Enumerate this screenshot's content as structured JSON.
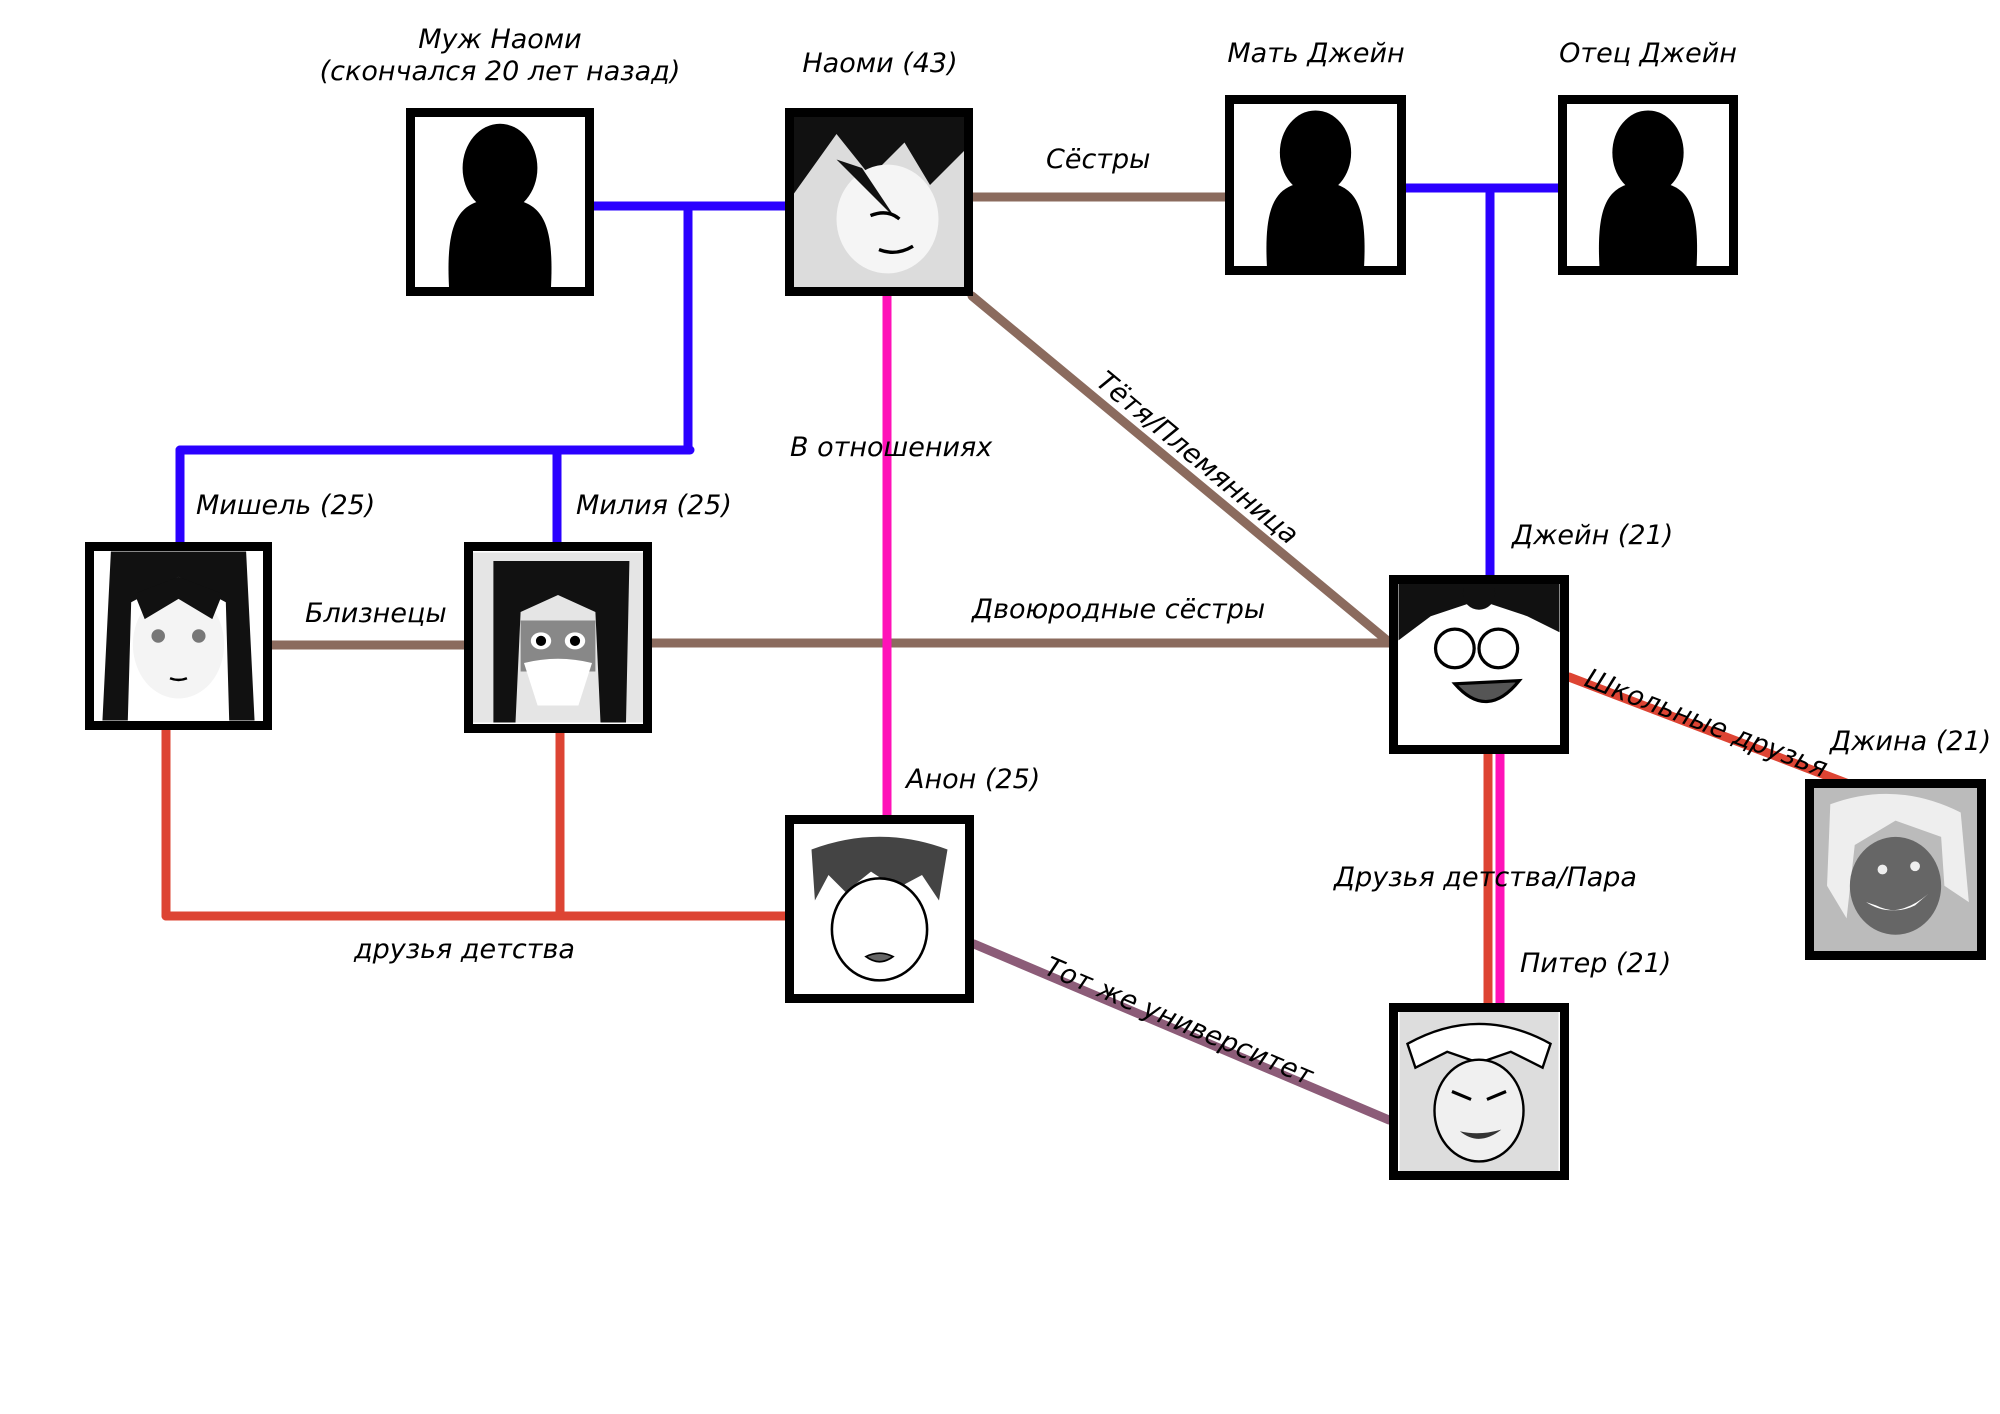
{
  "diagram": {
    "type": "relationship-chart",
    "colors": {
      "parent_child": "#2a00ff",
      "sibling_cousin": "#8b6b5e",
      "romantic": "#ff12b8",
      "friends": "#dd4433",
      "university": "#8c5c78"
    },
    "people": {
      "husband": {
        "name": "Муж Наоми",
        "note": "(скончался 20 лет назад)",
        "portrait": "silhouette"
      },
      "naomi": {
        "name": "Наоми (43)",
        "portrait": "anime-portrait"
      },
      "mother": {
        "name": "Мать Джейн",
        "portrait": "silhouette"
      },
      "father": {
        "name": "Отец Джейн",
        "portrait": "silhouette"
      },
      "michelle": {
        "name": "Мишель (25)",
        "portrait": "anime-portrait"
      },
      "milia": {
        "name": "Милия (25)",
        "portrait": "anime-portrait"
      },
      "jane": {
        "name": "Джейн (21)",
        "portrait": "anime-portrait"
      },
      "gina": {
        "name": "Джина (21)",
        "portrait": "anime-portrait"
      },
      "anon": {
        "name": "Анон (25)",
        "portrait": "anime-portrait"
      },
      "peter": {
        "name": "Питер (21)",
        "portrait": "anime-portrait"
      }
    },
    "relations": {
      "sisters": "Сёстры",
      "aunt_niece": "Тётя/Племянница",
      "in_relationship": "В отношениях",
      "twins": "Близнецы",
      "cousins": "Двоюродные сёстры",
      "school_friends": "Школьные друзья",
      "childhood_friends_couple": "Друзья детства/Пара",
      "childhood_friends": "друзья детства",
      "same_university": "Тот же университет"
    }
  }
}
